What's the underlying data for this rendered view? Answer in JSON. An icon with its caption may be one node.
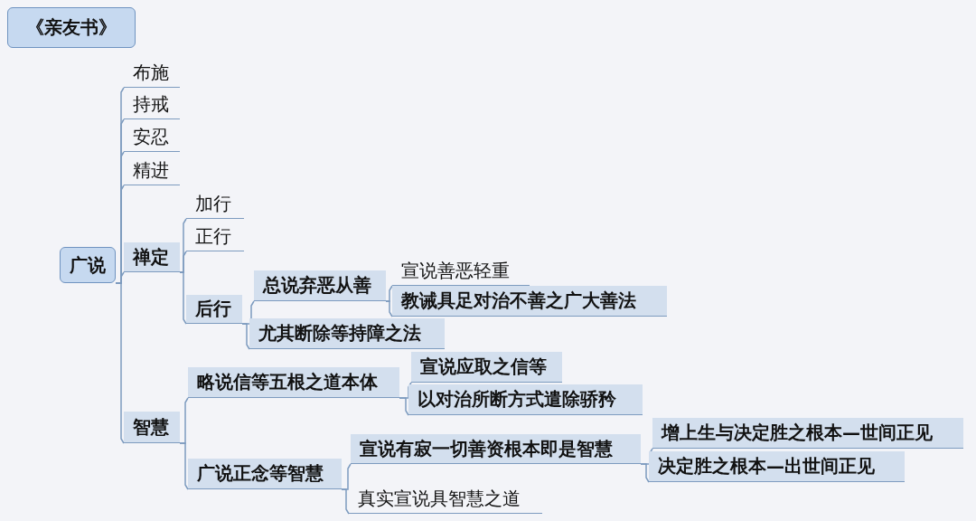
{
  "diagram": {
    "nodes": [
      {
        "text": [
          "《亲友书》"
        ]
      },
      {
        "text": [
          "广说"
        ]
      },
      {
        "text": [
          "布施"
        ]
      },
      {
        "text": [
          "持戒"
        ]
      },
      {
        "text": [
          "安忍"
        ]
      },
      {
        "text": [
          "精进"
        ]
      },
      {
        "text": [
          "禅定"
        ]
      },
      {
        "text": [
          "加行"
        ]
      },
      {
        "text": [
          "正行"
        ]
      },
      {
        "text": [
          "后行"
        ]
      },
      {
        "text": [
          "总说弃恶从善"
        ]
      },
      {
        "text": [
          "宣说善恶轻重"
        ]
      },
      {
        "text": [
          "教诫具足对治不善之广大善法"
        ]
      },
      {
        "text": [
          "尤其断除等持障之法"
        ]
      },
      {
        "text": [
          "智慧"
        ]
      },
      {
        "text": [
          "略说信等五根之道本体"
        ]
      },
      {
        "text": [
          "宣说应取之信等"
        ]
      },
      {
        "text": [
          "以对治所断方式遣除骄矜"
        ]
      },
      {
        "text": [
          "广说正念等智慧"
        ]
      },
      {
        "text": [
          "宣说有寂一切善资根本即是智慧"
        ]
      },
      {
        "text": [
          "增上生与决定胜之根本—世间正见"
        ]
      },
      {
        "text": [
          "决定胜之根本—出世间正见"
        ]
      },
      {
        "text": [
          "真实宣说具智慧之道"
        ]
      }
    ],
    "edges": [
      {
        "from": 1,
        "to": 2,
        "arrow": "none"
      },
      {
        "from": 1,
        "to": 3,
        "arrow": "none"
      },
      {
        "from": 1,
        "to": 4,
        "arrow": "none"
      },
      {
        "from": 1,
        "to": 5,
        "arrow": "none"
      },
      {
        "from": 1,
        "to": 6,
        "arrow": "none"
      },
      {
        "from": 1,
        "to": 14,
        "arrow": "none"
      },
      {
        "from": 6,
        "to": 7,
        "arrow": "none"
      },
      {
        "from": 6,
        "to": 8,
        "arrow": "none"
      },
      {
        "from": 6,
        "to": 9,
        "arrow": "none"
      },
      {
        "from": 9,
        "to": 10,
        "arrow": "none"
      },
      {
        "from": 9,
        "to": 13,
        "arrow": "none"
      },
      {
        "from": 10,
        "to": 11,
        "arrow": "none"
      },
      {
        "from": 10,
        "to": 12,
        "arrow": "none"
      },
      {
        "from": 14,
        "to": 15,
        "arrow": "none"
      },
      {
        "from": 14,
        "to": 18,
        "arrow": "none"
      },
      {
        "from": 15,
        "to": 16,
        "arrow": "none"
      },
      {
        "from": 15,
        "to": 17,
        "arrow": "none"
      },
      {
        "from": 18,
        "to": 19,
        "arrow": "none"
      },
      {
        "from": 18,
        "to": 22,
        "arrow": "none"
      },
      {
        "from": 19,
        "to": 20,
        "arrow": "none"
      },
      {
        "from": 19,
        "to": 21,
        "arrow": "none"
      }
    ]
  }
}
